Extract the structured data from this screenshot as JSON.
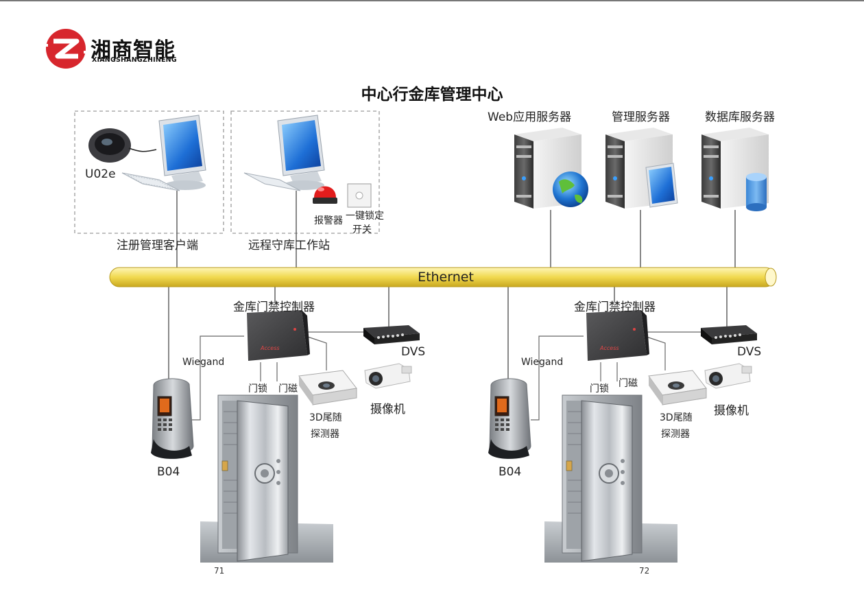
{
  "brand": {
    "name_cn": "湘商智能",
    "name_en": "XIANGSHANGZHINENG",
    "colors": {
      "red": "#d7262d",
      "dark": "#111111"
    }
  },
  "title": "中心行金库管理中心",
  "servers": {
    "web": "Web应用服务器",
    "management": "管理服务器",
    "database": "数据库服务器"
  },
  "left_top": {
    "device": "U02e",
    "client_label": "注册管理客户端",
    "workstation_label": "远程守库工作站",
    "alarm_label": "报警器",
    "lock_switch_line1": "一键锁定",
    "lock_switch_line2": "开关"
  },
  "network": {
    "label": "Ethernet",
    "bus_color": "#f3df64"
  },
  "vault_left": {
    "controller": "金库门禁控制器",
    "wiegand": "Wiegand",
    "door_lock": "门锁",
    "door_magnet": "门磁",
    "dvs": "DVS",
    "camera": "摄像机",
    "detector_line1": "3D尾随",
    "detector_line2": "探测器",
    "reader": "B04"
  },
  "vault_right": {
    "controller": "金库门禁控制器",
    "wiegand": "Wiegand",
    "door_lock": "门锁",
    "door_magnet": "门磁",
    "dvs": "DVS",
    "camera": "摄像机",
    "detector_line1": "3D尾随",
    "detector_line2": "探测器",
    "reader": "B04"
  },
  "pages": {
    "left": "71",
    "right": "72"
  }
}
